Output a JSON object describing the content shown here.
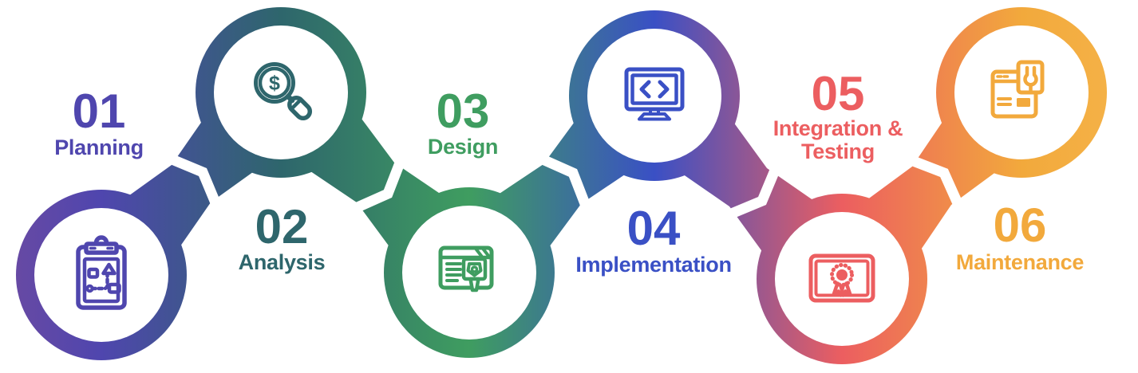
{
  "background_color": "#ffffff",
  "gradient": {
    "stops": [
      "#6B4AA2",
      "#4F46AE",
      "#2E666C",
      "#3F9D60",
      "#3A50C5",
      "#EC5E60",
      "#F2A93C",
      "#F5B44A"
    ]
  },
  "glyphs": {
    "dollar": "$"
  },
  "steps": [
    {
      "number": "01",
      "label": "Planning",
      "label2": "",
      "color": "#4F46AE",
      "icon": "clipboard-strategy-icon",
      "circle_position": "bottom"
    },
    {
      "number": "02",
      "label": "Analysis",
      "label2": "",
      "color": "#2E666C",
      "icon": "magnifier-dollar-icon",
      "circle_position": "top"
    },
    {
      "number": "03",
      "label": "Design",
      "label2": "",
      "color": "#3F9D60",
      "icon": "browser-pen-tool-icon",
      "circle_position": "bottom"
    },
    {
      "number": "04",
      "label": "Implementation",
      "label2": "",
      "color": "#3A50C5",
      "icon": "monitor-code-icon",
      "circle_position": "top"
    },
    {
      "number": "05",
      "label": "Integration &",
      "label2": "Testing",
      "color": "#EC5E60",
      "icon": "certificate-icon",
      "circle_position": "bottom"
    },
    {
      "number": "06",
      "label": "Maintenance",
      "label2": "",
      "color": "#F2A93C",
      "icon": "browser-wrench-icon",
      "circle_position": "top"
    }
  ]
}
